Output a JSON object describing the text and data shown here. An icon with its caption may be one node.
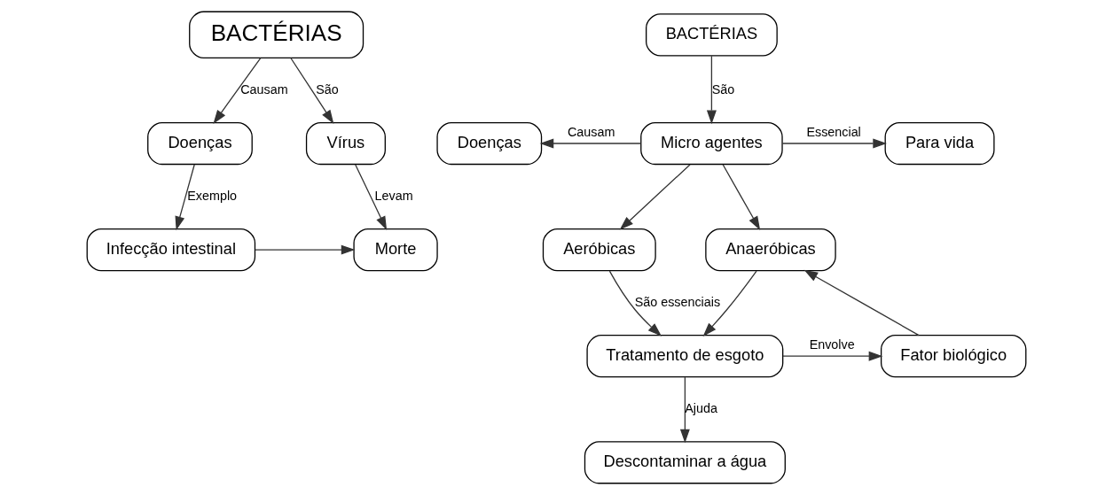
{
  "diagram": {
    "nodes": [
      {
        "text": [
          "BACTÉRIAS"
        ]
      },
      {
        "text": [
          "Doenças"
        ]
      },
      {
        "text": [
          "Vírus"
        ]
      },
      {
        "text": [
          "Infecção intestinal"
        ]
      },
      {
        "text": [
          "Morte"
        ]
      },
      {
        "text": [
          "BACTÉRIAS"
        ]
      },
      {
        "text": [
          "Doenças"
        ]
      },
      {
        "text": [
          "Micro agentes"
        ]
      },
      {
        "text": [
          "Para vida"
        ]
      },
      {
        "text": [
          "Aeróbicas"
        ]
      },
      {
        "text": [
          "Anaeróbicas"
        ]
      },
      {
        "text": [
          "Tratamento de esgoto"
        ]
      },
      {
        "text": [
          "Fator biológico"
        ]
      },
      {
        "text": [
          "Descontaminar a água"
        ]
      }
    ],
    "edges": [
      {
        "from": 0,
        "to": 1,
        "arrow": "to",
        "label": "Causam"
      },
      {
        "from": 0,
        "to": 2,
        "arrow": "to",
        "label": "São"
      },
      {
        "from": 1,
        "to": 3,
        "arrow": "to",
        "label": "Exemplo"
      },
      {
        "from": 2,
        "to": 4,
        "arrow": "to",
        "label": "Levam"
      },
      {
        "from": 3,
        "to": 4,
        "arrow": "to"
      },
      {
        "from": 5,
        "to": 7,
        "arrow": "to",
        "label": "São"
      },
      {
        "from": 7,
        "to": 6,
        "arrow": "to",
        "label": "Causam"
      },
      {
        "from": 7,
        "to": 8,
        "arrow": "to",
        "label": "Essencial"
      },
      {
        "from": 7,
        "to": 9,
        "arrow": "to"
      },
      {
        "from": 7,
        "to": 10,
        "arrow": "to"
      },
      {
        "from": 9,
        "to": 11,
        "arrow": "to",
        "label": "São essenciais"
      },
      {
        "from": 10,
        "to": 11,
        "arrow": "to"
      },
      {
        "from": 11,
        "to": 12,
        "arrow": "to",
        "label": "Envolve"
      },
      {
        "from": 12,
        "to": 10,
        "arrow": "to"
      },
      {
        "from": 11,
        "to": 13,
        "arrow": "to",
        "label": "Ajuda"
      }
    ]
  }
}
